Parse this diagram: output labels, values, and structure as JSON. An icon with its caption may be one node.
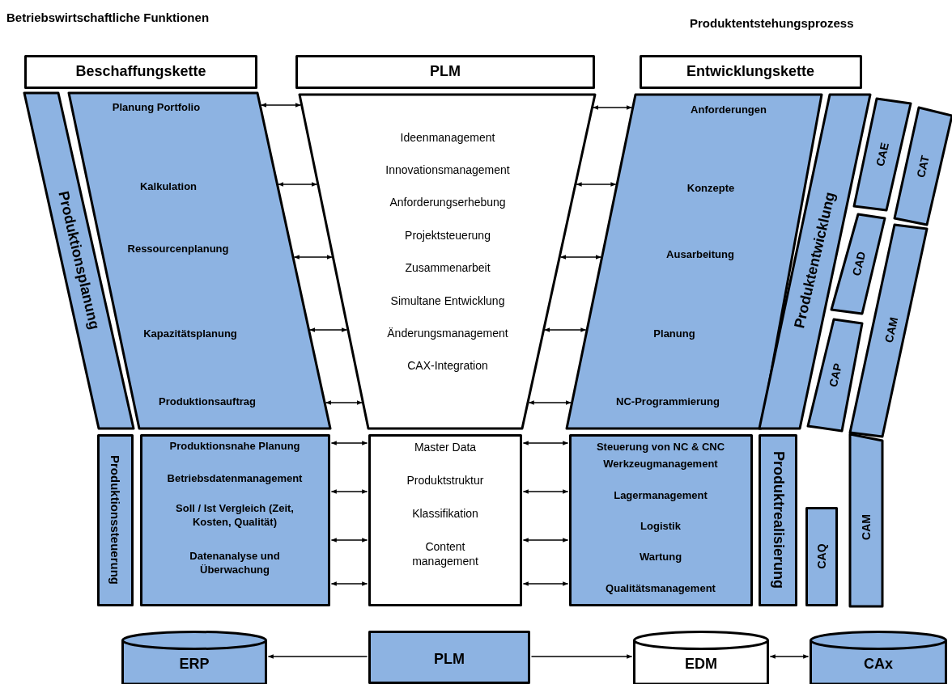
{
  "diagram": {
    "nodes": [
      {
        "text": [
          "Beschaffungskette"
        ]
      },
      {
        "text": [
          "PLM"
        ]
      },
      {
        "text": [
          "Entwicklungskette"
        ]
      },
      {
        "text": [
          "Produktionsplanung"
        ]
      },
      {
        "text": [
          "Planung Portfolio",
          "Kalkulation",
          "Ressourcenplanung",
          "Kapazitätsplanung",
          "Produktionsauftrag"
        ]
      },
      {
        "text": [
          "Ideenmanagement",
          "Innovationsmanagement",
          "Anforderungserhebung",
          "Projektsteuerung",
          "Zusammenarbeit",
          "Simultane Entwicklung",
          "Änderungsmanagement",
          "CAX-Integration"
        ]
      },
      {
        "text": [
          "Anforderungen",
          "Konzepte",
          "Ausarbeitung",
          "Planung",
          "NC-Programmierung"
        ]
      },
      {
        "text": [
          "Produktentwicklung"
        ]
      },
      {
        "text": [
          "CAE"
        ]
      },
      {
        "text": [
          "CAT"
        ]
      },
      {
        "text": [
          "CAD"
        ]
      },
      {
        "text": [
          "CAM"
        ]
      },
      {
        "text": [
          "CAP"
        ]
      },
      {
        "text": [
          "Produktionssteuerung"
        ]
      },
      {
        "text": [
          "Produktionsnahe Planung",
          "Betriebsdatenmanagement",
          "Soll / Ist Vergleich (Zeit, Kosten, Qualität)",
          "Datenanalyse und Überwachung"
        ]
      },
      {
        "text": [
          "Master Data",
          "Produktstruktur",
          "Klassifikation",
          "Content management"
        ]
      },
      {
        "text": [
          "Steuerung von NC & CNC",
          "Werkzeugmanagement",
          "Lagermanagement",
          "Logistik",
          "Wartung",
          "Qualitätsmanagement"
        ]
      },
      {
        "text": [
          "Produktrealisierung"
        ]
      },
      {
        "text": [
          "CAQ"
        ]
      },
      {
        "text": [
          "CAM"
        ]
      },
      {
        "text": [
          "ERP"
        ]
      },
      {
        "text": [
          "PLM"
        ]
      },
      {
        "text": [
          "EDM"
        ]
      },
      {
        "text": [
          "CAx"
        ]
      }
    ],
    "edges": [
      {
        "from": 4,
        "to": 5,
        "arrow": "both"
      },
      {
        "from": 4,
        "to": 5,
        "arrow": "both"
      },
      {
        "from": 4,
        "to": 5,
        "arrow": "both"
      },
      {
        "from": 4,
        "to": 5,
        "arrow": "both"
      },
      {
        "from": 4,
        "to": 5,
        "arrow": "both"
      },
      {
        "from": 5,
        "to": 6,
        "arrow": "both"
      },
      {
        "from": 5,
        "to": 6,
        "arrow": "both"
      },
      {
        "from": 5,
        "to": 6,
        "arrow": "both"
      },
      {
        "from": 5,
        "to": 6,
        "arrow": "both"
      },
      {
        "from": 5,
        "to": 6,
        "arrow": "both"
      },
      {
        "from": 14,
        "to": 15,
        "arrow": "both"
      },
      {
        "from": 14,
        "to": 15,
        "arrow": "both"
      },
      {
        "from": 14,
        "to": 15,
        "arrow": "both"
      },
      {
        "from": 14,
        "to": 15,
        "arrow": "both"
      },
      {
        "from": 15,
        "to": 16,
        "arrow": "both"
      },
      {
        "from": 15,
        "to": 16,
        "arrow": "both"
      },
      {
        "from": 15,
        "to": 16,
        "arrow": "both"
      },
      {
        "from": 15,
        "to": 16,
        "arrow": "both"
      },
      {
        "from": 21,
        "to": 20,
        "arrow": "to"
      },
      {
        "from": 21,
        "to": 22,
        "arrow": "to"
      },
      {
        "from": 22,
        "to": 23,
        "arrow": "both"
      }
    ],
    "labels": [
      "Betriebswirtschaftliche Funktionen",
      "Produktentstehungsprozess"
    ]
  }
}
